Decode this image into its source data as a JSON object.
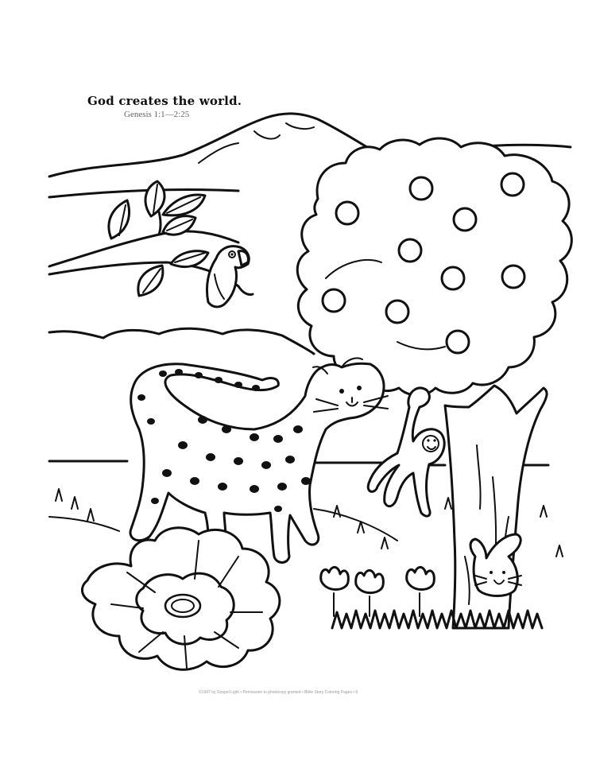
{
  "heading": {
    "title": "God creates the world.",
    "reference": "Genesis 1:1—2:25"
  },
  "footer": {
    "text": "©1997 by Gospel Light • Permission to photocopy granted • Bible Story Coloring Pages • 9"
  },
  "illustration": {
    "elements": [
      "mountain",
      "branch-with-leaves",
      "parrot",
      "fruit-tree",
      "leopard",
      "monkey",
      "bunny",
      "flower",
      "tulips",
      "grass"
    ]
  }
}
